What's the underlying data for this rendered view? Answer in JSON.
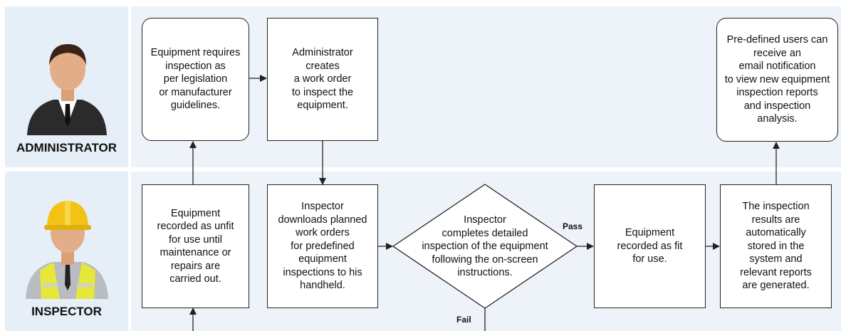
{
  "lanes": [
    {
      "role": "ADMINISTRATOR"
    },
    {
      "role": "INSPECTOR"
    }
  ],
  "nodes": {
    "equipment_requires": "Equipment requires\ninspection as\nper legislation\nor manufacturer\nguidelines.",
    "admin_creates": "Administrator\ncreates\na work order\nto inspect the\nequipment.",
    "notification": "Pre-defined users can\nreceive an\nemail notification\nto view new equipment\ninspection reports\nand inspection\nanalysis.",
    "recorded_unfit": "Equipment\nrecorded as unfit\nfor use until\nmaintenance or\nrepairs are\ncarried out.",
    "downloads": "Inspector\ndownloads planned\nwork orders\nfor predefined\nequipment\ninspections to his\nhandheld.",
    "inspection": "Inspector\ncompletes detailed\ninspection of the equipment\nfollowing the on-screen\ninstructions.",
    "recorded_fit": "Equipment\nrecorded as fit\nfor use.",
    "results_stored": "The inspection\nresults are\nautomatically\nstored in the\nsystem and\nrelevant reports\nare generated."
  },
  "edges": {
    "pass": "Pass",
    "fail": "Fail"
  },
  "colors": {
    "lane_bg": "#eef3fa",
    "role_bg": "#e6eef8",
    "stroke": "#222222"
  }
}
